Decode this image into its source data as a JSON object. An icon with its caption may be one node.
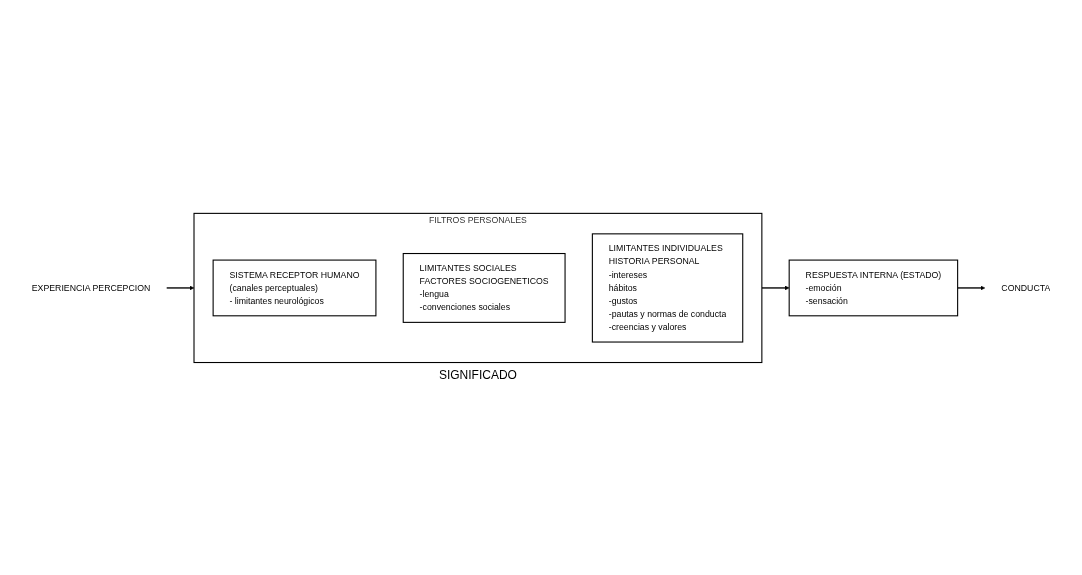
{
  "diagram": {
    "nodes": [
      {
        "text": [
          "EXPERIENCIA PERCEPCION"
        ]
      },
      {
        "text": [
          "FILTROS PERSONALES"
        ],
        "beside": [
          "SIGNIFICADO"
        ]
      },
      {
        "text": [
          "SISTEMA RECEPTOR HUMANO",
          "(canales perceptuales)",
          "- limitantes neurológicos"
        ],
        "in": 1
      },
      {
        "text": [
          "LIMITANTES SOCIALES",
          "FACTORES SOCIOGENETICOS",
          "-lengua",
          "-convenciones sociales"
        ],
        "in": 1
      },
      {
        "text": [
          "LIMITANTES INDIVIDUALES",
          "HISTORIA PERSONAL",
          "-intereses",
          "hábitos",
          "-gustos",
          "-pautas y normas de conducta",
          "-creencias y valores"
        ],
        "in": 1
      },
      {
        "text": [
          "RESPUESTA INTERNA (ESTADO)",
          "-emoción",
          "-sensación"
        ]
      },
      {
        "text": [
          "CONDUCTA"
        ]
      }
    ],
    "edges": [
      {
        "from": 0,
        "to": 1,
        "arrow": "to"
      },
      {
        "from": 1,
        "to": 5,
        "arrow": "to"
      },
      {
        "from": 5,
        "to": 6,
        "arrow": "to"
      }
    ]
  }
}
